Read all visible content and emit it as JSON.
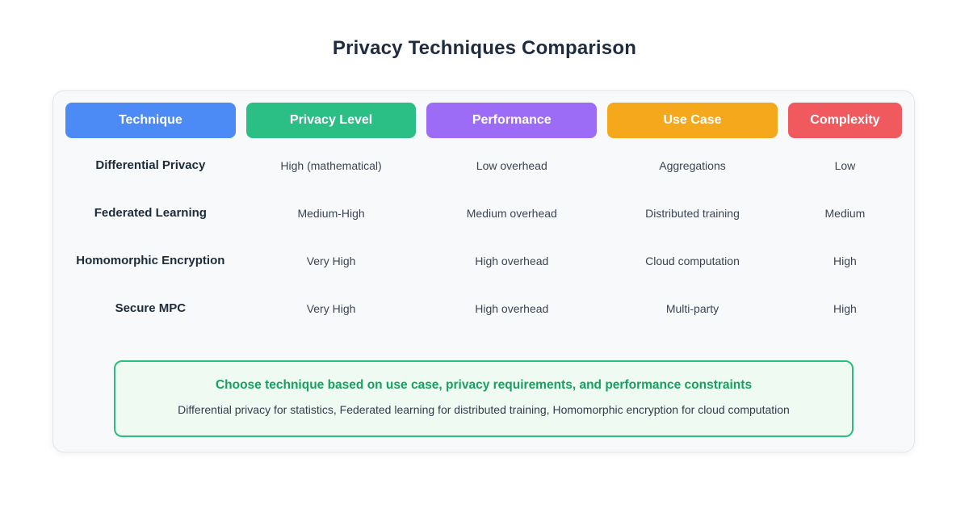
{
  "page": {
    "title": "Privacy Techniques Comparison"
  },
  "chart_data": {
    "type": "table",
    "title": "Privacy Techniques Comparison",
    "columns": [
      {
        "label": "Technique",
        "color": "#4c8bf5"
      },
      {
        "label": "Privacy Level",
        "color": "#2bbe85"
      },
      {
        "label": "Performance",
        "color": "#9d6cf6"
      },
      {
        "label": "Use Case",
        "color": "#f5a81c"
      },
      {
        "label": "Complexity",
        "color": "#f05a5e"
      }
    ],
    "rows": [
      [
        "Differential Privacy",
        "High (mathematical)",
        "Low overhead",
        "Aggregations",
        "Low"
      ],
      [
        "Federated Learning",
        "Medium-High",
        "Medium overhead",
        "Distributed training",
        "Medium"
      ],
      [
        "Homomorphic Encryption",
        "Very High",
        "High overhead",
        "Cloud computation",
        "High"
      ],
      [
        "Secure MPC",
        "Very High",
        "High overhead",
        "Multi-party",
        "High"
      ]
    ],
    "layout_hints": {
      "header_style": "colored rounded pills, white bold text",
      "last_column_narrower": true,
      "grid": "off"
    }
  },
  "note": {
    "title": "Choose technique based on use case, privacy requirements, and performance constraints",
    "subtitle": "Differential privacy for statistics, Federated learning for distributed training, Homomorphic encryption for cloud computation",
    "border_color": "#27be7e",
    "background_color": "#effaf3",
    "title_color": "#17a05e"
  },
  "colors": {
    "page_background": "#ffffff",
    "card_background": "#f8f9fb",
    "card_border": "#e2e5ea",
    "title_text": "#1f2b3e",
    "row_label_text": "#1c2b3a",
    "cell_text": "#3a4454"
  }
}
